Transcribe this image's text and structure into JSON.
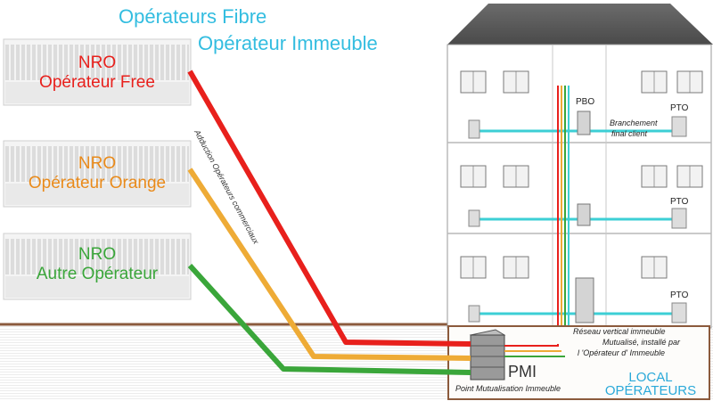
{
  "title": {
    "line1": "Opérateurs Fibre",
    "line2": "Opérateur Immeuble"
  },
  "nro_units": [
    {
      "code": "NRO",
      "name": "Opérateur Free",
      "color": "#e8201c"
    },
    {
      "code": "NRO",
      "name": "Opérateur  Orange",
      "color": "#e98a1a"
    },
    {
      "code": "NRO",
      "name": "Autre Opérateur",
      "color": "#3aa63a"
    }
  ],
  "adduction_label": "Adduction Opérateurs commerciaux",
  "building": {
    "pbo_label": "PBO",
    "pto_labels": [
      "PTO",
      "PTO",
      "PTO"
    ],
    "branchement_label_1": "Branchement",
    "branchement_label_2": "final client",
    "reseau_label_1": "Réseau vertical immeuble",
    "reseau_label_2": "Mutualisé, installé par",
    "reseau_label_3": "l 'Opérateur d' Immeuble",
    "pmi_label": "PMI",
    "pmi_caption": "Point Mutualisation Immeuble",
    "local_label_1": "LOCAL",
    "local_label_2": "OPÉRATEURS"
  },
  "colors": {
    "title": "#33bde0",
    "cyan_line": "#3ccfd5",
    "ground": "#8b5a3c",
    "red": "#e8201c",
    "orange": "#eeab36",
    "green": "#3aa63a"
  }
}
